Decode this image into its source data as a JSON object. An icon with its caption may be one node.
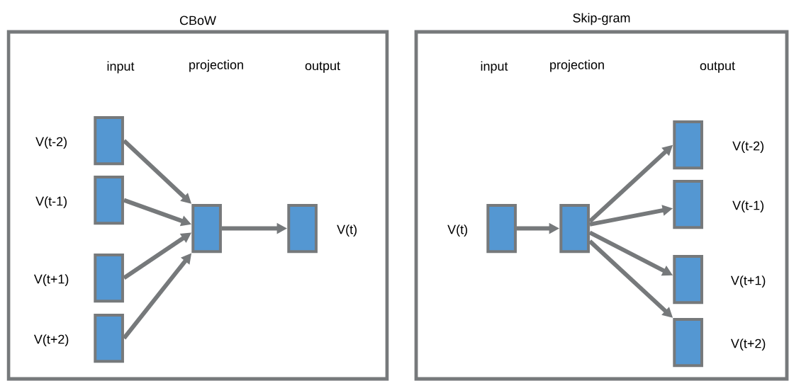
{
  "diagram": {
    "nodes": [
      {
        "text": [
          "CBoW"
        ]
      },
      {
        "text": [],
        "shape": "box",
        "in": 0,
        "beside": [
          "V(t-2)"
        ]
      },
      {
        "text": [],
        "shape": "box",
        "in": 0,
        "beside": [
          "V(t-1)"
        ]
      },
      {
        "text": [],
        "shape": "box",
        "in": 0,
        "beside": [
          "V(t+1)"
        ]
      },
      {
        "text": [],
        "shape": "box",
        "in": 0,
        "beside": [
          "V(t+2)"
        ]
      },
      {
        "text": [],
        "shape": "box",
        "in": 0
      },
      {
        "text": [],
        "shape": "box",
        "in": 0,
        "beside": [
          "V(t)"
        ]
      },
      {
        "text": [
          "Skip-gram"
        ]
      },
      {
        "text": [],
        "shape": "box",
        "in": 7,
        "beside": [
          "V(t)"
        ]
      },
      {
        "text": [],
        "shape": "box",
        "in": 7
      },
      {
        "text": [],
        "shape": "box",
        "in": 7,
        "beside": [
          "V(t-2)"
        ]
      },
      {
        "text": [],
        "shape": "box",
        "in": 7,
        "beside": [
          "V(t-1)"
        ]
      },
      {
        "text": [],
        "shape": "box",
        "in": 7,
        "beside": [
          "V(t+1)"
        ]
      },
      {
        "text": [],
        "shape": "box",
        "in": 7,
        "beside": [
          "V(t+2)"
        ]
      }
    ],
    "edges": [
      {
        "from": 1,
        "to": 5,
        "arrow": "to"
      },
      {
        "from": 2,
        "to": 5,
        "arrow": "to"
      },
      {
        "from": 3,
        "to": 5,
        "arrow": "to"
      },
      {
        "from": 4,
        "to": 5,
        "arrow": "to"
      },
      {
        "from": 5,
        "to": 6,
        "arrow": "to"
      },
      {
        "from": 8,
        "to": 9,
        "arrow": "to"
      },
      {
        "from": 9,
        "to": 10,
        "arrow": "to"
      },
      {
        "from": 9,
        "to": 11,
        "arrow": "to"
      },
      {
        "from": 9,
        "to": 12,
        "arrow": "to"
      },
      {
        "from": 9,
        "to": 13,
        "arrow": "to"
      }
    ],
    "labels": [
      "input",
      "projection",
      "output",
      "input",
      "projection",
      "output"
    ]
  }
}
